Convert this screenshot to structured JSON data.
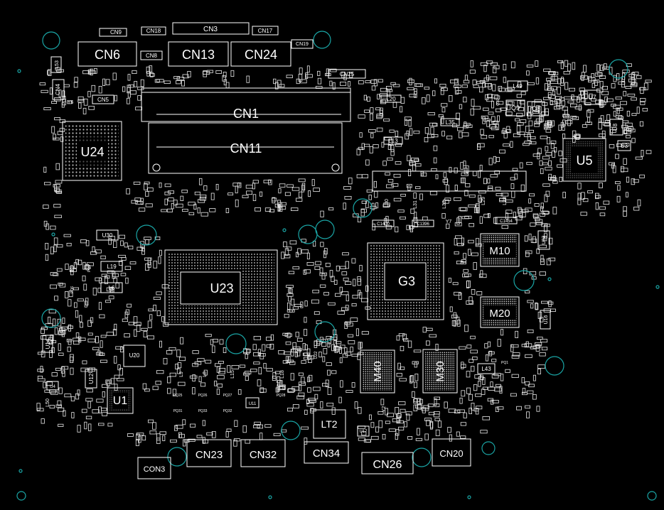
{
  "board": {
    "background": "#000000",
    "outline_color": "#ffffff",
    "hole_color": "#1aa6a6",
    "major_components": {
      "CN6": "CN6",
      "CN13": "CN13",
      "CN24": "CN24",
      "CN1": "CN1",
      "CN11": "CN11",
      "U24": "U24",
      "U23": "U23",
      "G3": "G3",
      "U5": "U5",
      "M10": "M10",
      "M20": "M20",
      "M40": "M40",
      "M30": "M30",
      "U1": "U1",
      "LT2": "LT2",
      "CN23": "CN23",
      "CN32": "CN32",
      "CN34": "CN34",
      "CN26": "CN26",
      "CN20": "CN20",
      "CON3": "CON3"
    },
    "minor_labels": {
      "CN9": "CN9",
      "CN18": "CN18",
      "CN3": "CN3",
      "CN17": "CN17",
      "CN19": "CN19",
      "CN8": "CN8",
      "CN25": "CN25",
      "CN4": "CN4",
      "CN5": "CN5",
      "L53": "L53",
      "Y6": "Y6",
      "U30": "U30",
      "L19": "L19",
      "L6": "L6",
      "U20": "U20",
      "U14": "U14",
      "U12": "U12",
      "U4": "U4",
      "L50": "L50",
      "L9": "L9",
      "L8": "L8",
      "L15": "L15",
      "L18": "L18",
      "U11": "U11",
      "U32": "U32",
      "U17": "U17",
      "Y2": "Y2",
      "L20": "L20",
      "L13": "L13",
      "L35": "L35",
      "L49": "L49",
      "Q9": "Q9",
      "Q8": "Q8",
      "U7": "U7",
      "U8": "U8",
      "U3": "U3",
      "L30": "L30",
      "L31": "L31",
      "L32": "L32",
      "L29": "L29",
      "L28": "L28",
      "C1400": "C1400",
      "C1396": "C1396",
      "Y7": "Y7",
      "C1454": "C1454",
      "U82": "U82",
      "U16": "U16",
      "L43": "L43",
      "U22": "U22",
      "PQ25": "PQ25",
      "PQ26": "PQ26",
      "PQ27": "PQ27",
      "PQ28": "PQ28",
      "PQ31": "PQ31",
      "PQ33": "PQ33",
      "PQ32": "PQ32",
      "PQ3": "PQ3",
      "PQ5": "PQ5",
      "PQ6": "PQ6",
      "Q10": "Q10",
      "PQ1": "PQ1"
    }
  }
}
